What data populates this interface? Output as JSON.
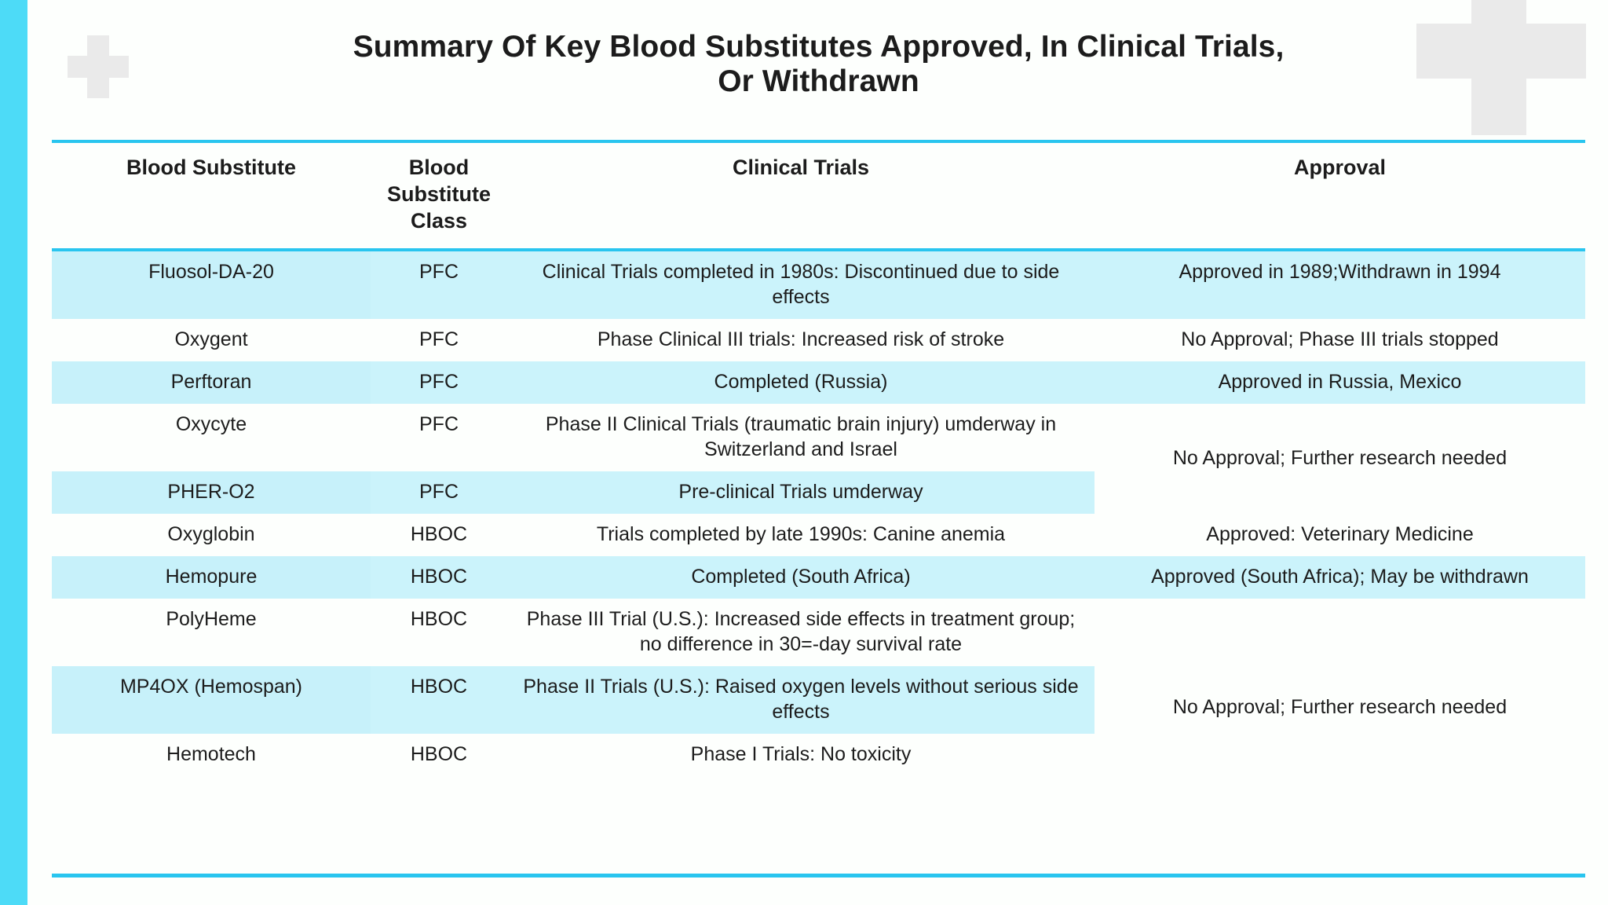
{
  "title": "Summary Of Key Blood Substitutes Approved, In Clinical Trials, Or Withdrawn",
  "title_line1": "Summary Of Key Blood Substitutes Approved, In Clinical Trials,",
  "title_line2": "Or Withdrawn",
  "colors": {
    "accent_bar": "#4DDBF7",
    "rule": "#29C5EF",
    "band": "#CBF3FB",
    "page_background": "#FDFFFD",
    "cross_decoration": "#EAEAEA",
    "text": "#1C1C1C"
  },
  "decorations": [
    {
      "name": "cross-small",
      "glyph": "plus"
    },
    {
      "name": "cross-large",
      "glyph": "plus"
    }
  ],
  "table": {
    "headers": [
      "Blood Substitute",
      "Blood Substitute Class",
      "Clinical Trials",
      "Approval"
    ],
    "rows": [
      {
        "substitute": "Fluosol-DA-20",
        "class": "PFC",
        "trials": "Clinical Trials completed in 1980s: Discontinued due to side effects",
        "approval": "Approved in 1989;Withdrawn in 1994",
        "banded": true,
        "approval_rowspan": 1
      },
      {
        "substitute": "Oxygent",
        "class": "PFC",
        "trials": "Phase Clinical III trials: Increased risk of stroke",
        "approval": "No Approval; Phase III trials stopped",
        "banded": false,
        "approval_rowspan": 1
      },
      {
        "substitute": "Perftoran",
        "class": "PFC",
        "trials": "Completed (Russia)",
        "approval": "Approved in Russia, Mexico",
        "banded": true,
        "approval_rowspan": 1
      },
      {
        "substitute": "Oxycyte",
        "class": "PFC",
        "trials": "Phase II Clinical Trials (traumatic brain injury) umderway in Switzerland and Israel",
        "approval": "No Approval; Further research needed",
        "banded": false,
        "approval_rowspan": 2
      },
      {
        "substitute": "PHER-O2",
        "class": "PFC",
        "trials": "Pre-clinical Trials umderway",
        "approval": null,
        "banded": true,
        "approval_rowspan": 0
      },
      {
        "substitute": "Oxyglobin",
        "class": "HBOC",
        "trials": "Trials completed by late 1990s: Canine anemia",
        "approval": "Approved: Veterinary Medicine",
        "banded": false,
        "approval_rowspan": 1
      },
      {
        "substitute": "Hemopure",
        "class": "HBOC",
        "trials": "Completed (South Africa)",
        "approval": "Approved (South Africa); May be withdrawn",
        "banded": true,
        "approval_rowspan": 1
      },
      {
        "substitute": "PolyHeme",
        "class": "HBOC",
        "trials": "Phase III Trial (U.S.): Increased side effects in treatment group; no difference in 30=-day survival rate",
        "approval": "No Approval; Further research needed",
        "banded": false,
        "approval_rowspan": 3
      },
      {
        "substitute": "MP4OX (Hemospan)",
        "class": "HBOC",
        "trials": "Phase II Trials (U.S.): Raised oxygen levels without serious side effects",
        "approval": null,
        "banded": true,
        "approval_rowspan": 0
      },
      {
        "substitute": "Hemotech",
        "class": "HBOC",
        "trials": "Phase I Trials: No toxicity",
        "approval": null,
        "banded": false,
        "approval_rowspan": 0
      }
    ]
  }
}
